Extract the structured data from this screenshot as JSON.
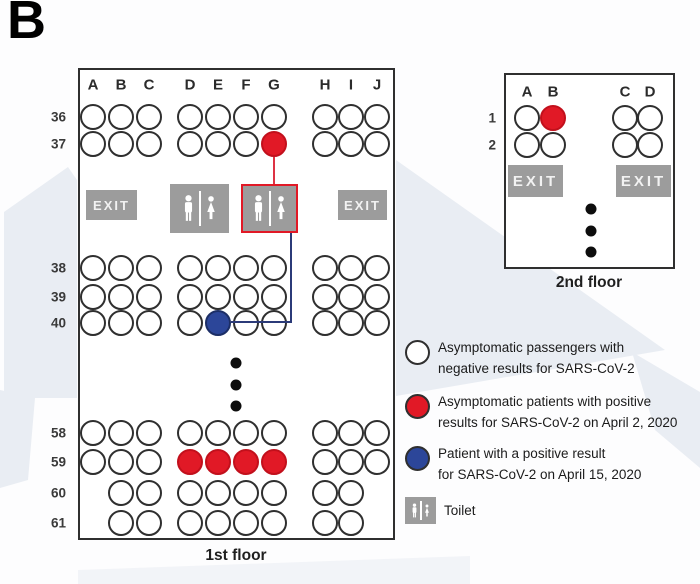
{
  "panel_label": "B",
  "colors": {
    "seat_red": "#e11926",
    "seat_red_edge": "#c2101c",
    "seat_blue": "#2c4699",
    "seat_blue_edge": "#1c2e66",
    "box_gray": "#9c9c9c",
    "line_red": "#dd3344",
    "line_blue": "#2b3a78",
    "watermark": "#e9edf3"
  },
  "floor1": {
    "caption": "1st floor",
    "exit_label": "EXIT",
    "columns": [
      "A",
      "B",
      "C",
      "D",
      "E",
      "F",
      "G",
      "H",
      "I",
      "J"
    ],
    "rows": [
      {
        "label": "36",
        "seats": [
          "negative",
          "negative",
          "negative",
          "negative",
          "negative",
          "negative",
          "negative",
          "negative",
          "negative",
          "negative"
        ]
      },
      {
        "label": "37",
        "seats": [
          "negative",
          "negative",
          "negative",
          "negative",
          "negative",
          "negative",
          "positive_apr2",
          "negative",
          "negative",
          "negative"
        ]
      },
      {
        "label": "38",
        "seats": [
          "negative",
          "negative",
          "negative",
          "negative",
          "negative",
          "negative",
          "negative",
          "negative",
          "negative",
          "negative"
        ]
      },
      {
        "label": "39",
        "seats": [
          "negative",
          "negative",
          "negative",
          "negative",
          "negative",
          "negative",
          "negative",
          "negative",
          "negative",
          "negative"
        ]
      },
      {
        "label": "40",
        "seats": [
          "negative",
          "negative",
          "negative",
          "negative",
          "positive_apr15",
          "negative",
          "negative",
          "negative",
          "negative",
          "negative"
        ]
      },
      {
        "label": "58",
        "seats": [
          "negative",
          "negative",
          "negative",
          "negative",
          "negative",
          "negative",
          "negative",
          "negative",
          "negative",
          "negative"
        ]
      },
      {
        "label": "59",
        "seats": [
          "negative",
          "negative",
          "negative",
          "positive_apr2",
          "positive_apr2",
          "positive_apr2",
          "positive_apr2",
          "negative",
          "negative",
          "negative"
        ]
      },
      {
        "label": "60",
        "seats": [
          "",
          "negative",
          "negative",
          "negative",
          "negative",
          "negative",
          "negative",
          "negative",
          "negative",
          ""
        ]
      },
      {
        "label": "61",
        "seats": [
          "",
          "negative",
          "negative",
          "negative",
          "negative",
          "negative",
          "negative",
          "negative",
          "negative",
          ""
        ]
      }
    ]
  },
  "floor2": {
    "caption": "2nd floor",
    "exit_label": "EXIT",
    "columns": [
      "A",
      "B",
      "C",
      "D"
    ],
    "rows": [
      {
        "label": "1",
        "seats": [
          "negative",
          "positive_apr2",
          "negative",
          "negative"
        ]
      },
      {
        "label": "2",
        "seats": [
          "negative",
          "negative",
          "negative",
          "negative"
        ]
      }
    ]
  },
  "legend": {
    "items": [
      {
        "marker": "seat-negative",
        "lines": [
          "Asymptomatic passengers with",
          "negative results for SARS-CoV-2"
        ]
      },
      {
        "marker": "seat-positive-april2",
        "lines": [
          "Asymptomatic patients with positive",
          "results for SARS-CoV-2 on April 2, 2020"
        ]
      },
      {
        "marker": "seat-positive-april15",
        "lines": [
          "Patient with a positive result",
          "for SARS-CoV-2 on April 15, 2020"
        ]
      },
      {
        "marker": "toilet",
        "lines": [
          "Toilet"
        ]
      }
    ]
  }
}
